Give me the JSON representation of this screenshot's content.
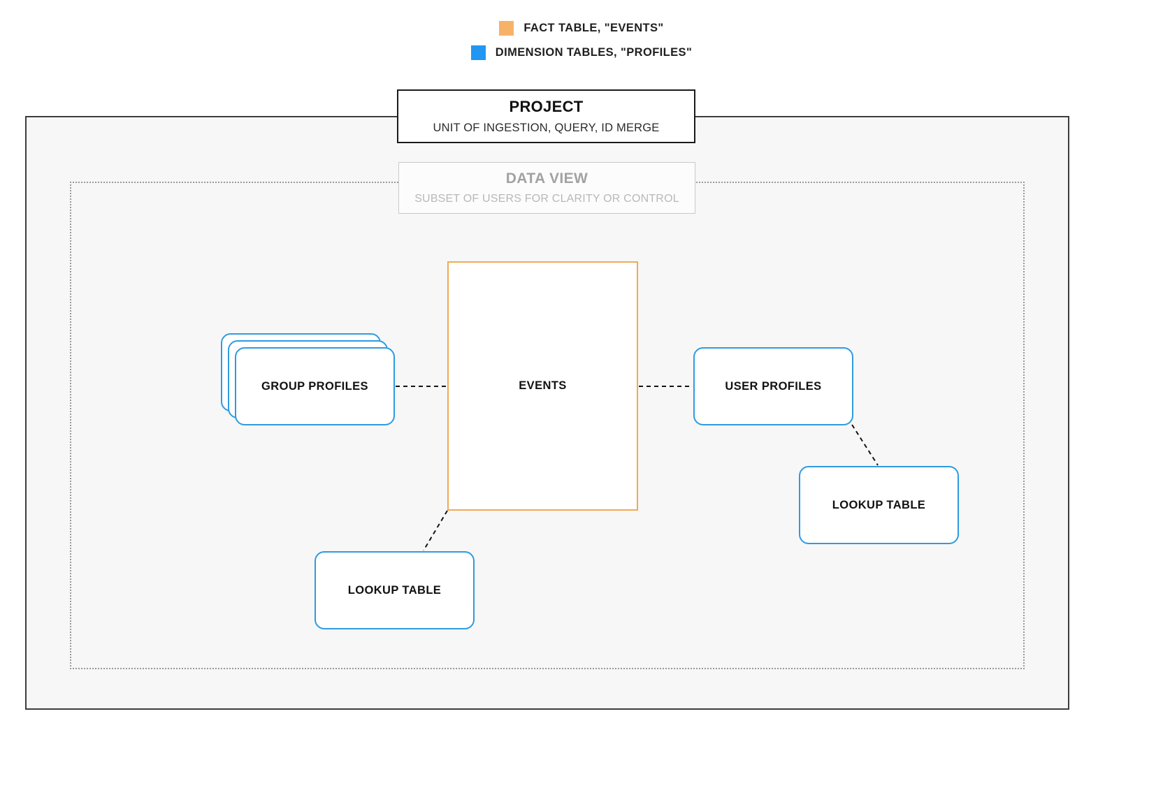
{
  "legend": {
    "items": [
      {
        "name": "fact-table",
        "label": "FACT TABLE, \"EVENTS\"",
        "color": "#f7b267"
      },
      {
        "name": "dimension-tables",
        "label": "DIMENSION TABLES, \"PROFILES\"",
        "color": "#2196f3"
      }
    ]
  },
  "project": {
    "title": "PROJECT",
    "subtitle": "UNIT OF INGESTION, QUERY, ID MERGE"
  },
  "data_view": {
    "title": "DATA VIEW",
    "subtitle": "SUBSET OF USERS FOR CLARITY OR CONTROL"
  },
  "nodes": {
    "events": {
      "label": "EVENTS",
      "border_color": "#f3a952"
    },
    "group_profiles": {
      "label": "GROUP PROFILES",
      "border_color": "#2e9be0"
    },
    "user_profiles": {
      "label": "USER PROFILES",
      "border_color": "#2e9be0"
    },
    "lookup_table_right": {
      "label": "LOOKUP TABLE",
      "border_color": "#2e9be0"
    },
    "lookup_table_bottom": {
      "label": "LOOKUP TABLE",
      "border_color": "#2e9be0"
    }
  }
}
